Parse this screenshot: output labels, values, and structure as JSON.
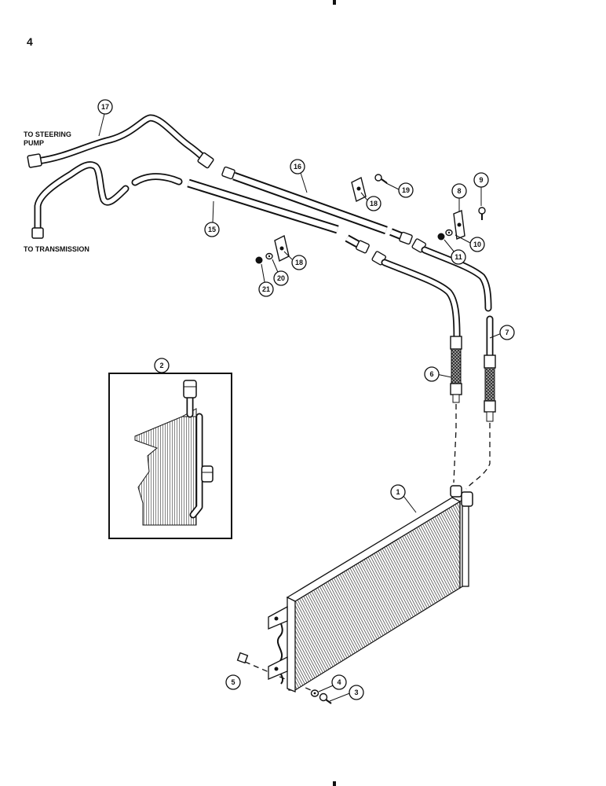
{
  "page_number": "4",
  "labels": {
    "to_steering_pump_line1": "TO STEERING",
    "to_steering_pump_line2": "PUMP",
    "to_transmission": "TO TRANSMISSION"
  },
  "callouts": {
    "c1": "1",
    "c2": "2",
    "c3": "3",
    "c4": "4",
    "c5": "5",
    "c6": "6",
    "c7": "7",
    "c8": "8",
    "c9": "9",
    "c10": "10",
    "c11": "11",
    "c15": "15",
    "c16": "16",
    "c17": "17",
    "c18a": "18",
    "c18b": "18",
    "c19": "19",
    "c20": "20",
    "c21": "21"
  }
}
